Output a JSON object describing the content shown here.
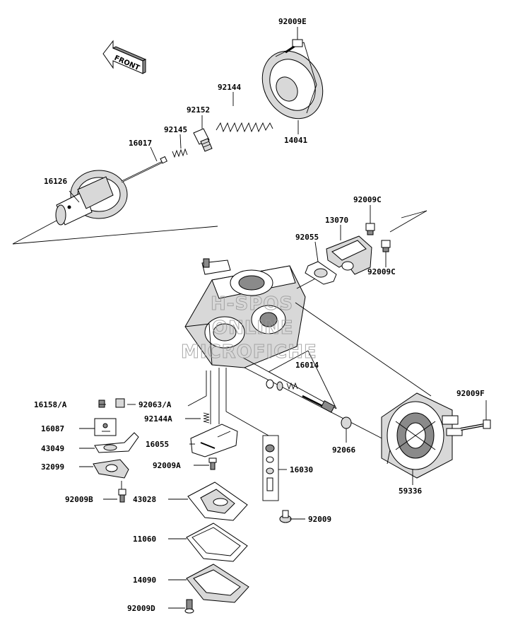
{
  "front_label": "FRONT",
  "watermark": [
    "H-SPOS",
    "ONLINE",
    "MICROFICHE"
  ],
  "labels": {
    "p92009E": "92009E",
    "p92144": "92144",
    "p92152": "92152",
    "p92145": "92145",
    "p16017": "16017",
    "p16126": "16126",
    "p14041": "14041",
    "p92009C_top": "92009C",
    "p13070": "13070",
    "p92055": "92055",
    "p92009C_bot": "92009C",
    "p16014": "16014",
    "p16158A": "16158/A",
    "p92063A": "92063/A",
    "p92144A": "92144A",
    "p16087": "16087",
    "p43049": "43049",
    "p16055": "16055",
    "p32099": "32099",
    "p92009A": "92009A",
    "p16030": "16030",
    "p92009B": "92009B",
    "p43028": "43028",
    "p92009": "92009",
    "p11060": "11060",
    "p14090": "14090",
    "p92009D": "92009D",
    "p92066": "92066",
    "p92009F": "92009F",
    "p59336": "59336"
  },
  "icons": [
    "front-arrow-icon"
  ]
}
